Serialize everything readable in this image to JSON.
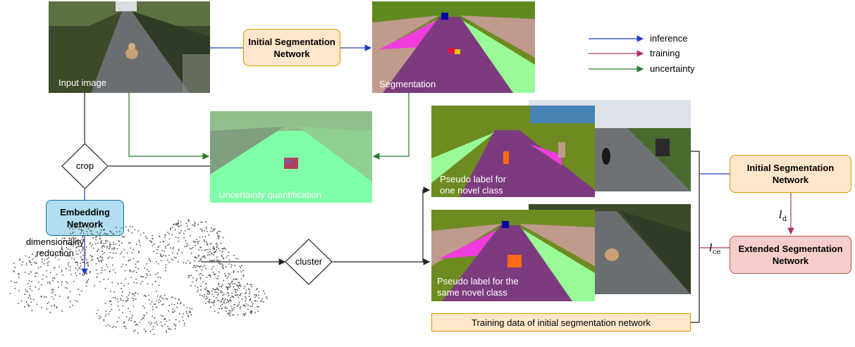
{
  "boxes": {
    "initial_seg_top": "Initial Segmentation\nNetwork",
    "embedding": "Embedding\nNetwork",
    "initial_seg_right": "Initial Segmentation\nNetwork",
    "extended_seg": "Extended Segmentation\nNetwork",
    "training_data": "Training data of initial segmentation network"
  },
  "decisions": {
    "crop": "crop",
    "cluster": "cluster"
  },
  "captions": {
    "input_image": "Input image",
    "segmentation": "Segmentation",
    "uncertainty": "Uncertainty quantification",
    "pseudo_one": "Pseudo label for\none novel class",
    "pseudo_same": "Pseudo label for the\nsame novel class",
    "dim_reduction": "dimensionality\nreduction"
  },
  "legend": [
    {
      "label": "inference",
      "color": "#1f3fbf"
    },
    {
      "label": "training",
      "color": "#b0306a"
    },
    {
      "label": "uncertainty",
      "color": "#2a7a2a"
    }
  ],
  "losses": {
    "ld_sym": "l",
    "ld_sub": "d",
    "lce_sym": "l",
    "lce_sub": "ce"
  },
  "colors": {
    "road": "#7d3b7f",
    "vegetation": "#6e8b22",
    "terrain": "#98fb98",
    "building": "#c19a8e",
    "sidewalk": "#f03cdc",
    "uncert_low": "#7fffa8"
  }
}
